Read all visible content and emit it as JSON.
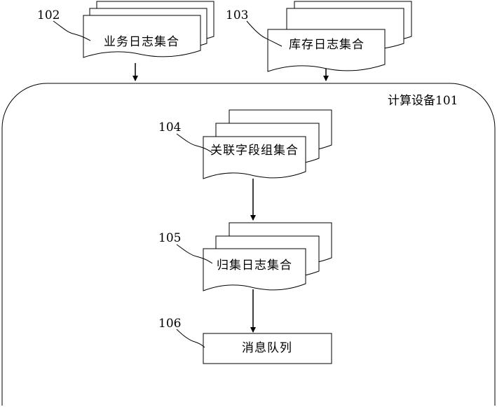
{
  "device": {
    "label": "计算设备101"
  },
  "documents": {
    "business_logs": {
      "ref": "102",
      "label": "业务日志集合"
    },
    "inventory_logs": {
      "ref": "103",
      "label": "库存日志集合"
    },
    "field_groups": {
      "ref": "104",
      "label": "关联字段组集合"
    },
    "merged_logs": {
      "ref": "105",
      "label": "归集日志集合"
    }
  },
  "queue": {
    "ref": "106",
    "label": "消息队列"
  }
}
